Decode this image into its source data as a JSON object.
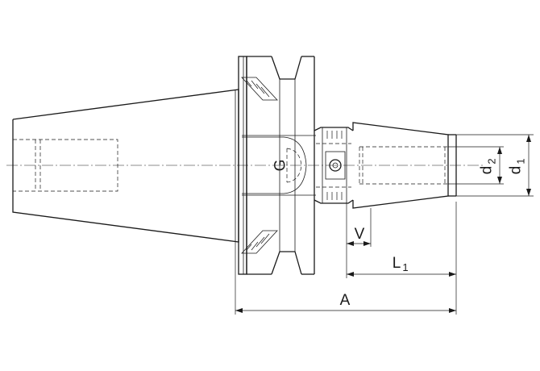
{
  "labels": {
    "G": "G",
    "d2_main": "d",
    "d2_sub": "2",
    "d1_main": "d",
    "d1_sub": "1",
    "V": "V",
    "L1_main": "L",
    "L1_sub": "1",
    "A": "A"
  }
}
